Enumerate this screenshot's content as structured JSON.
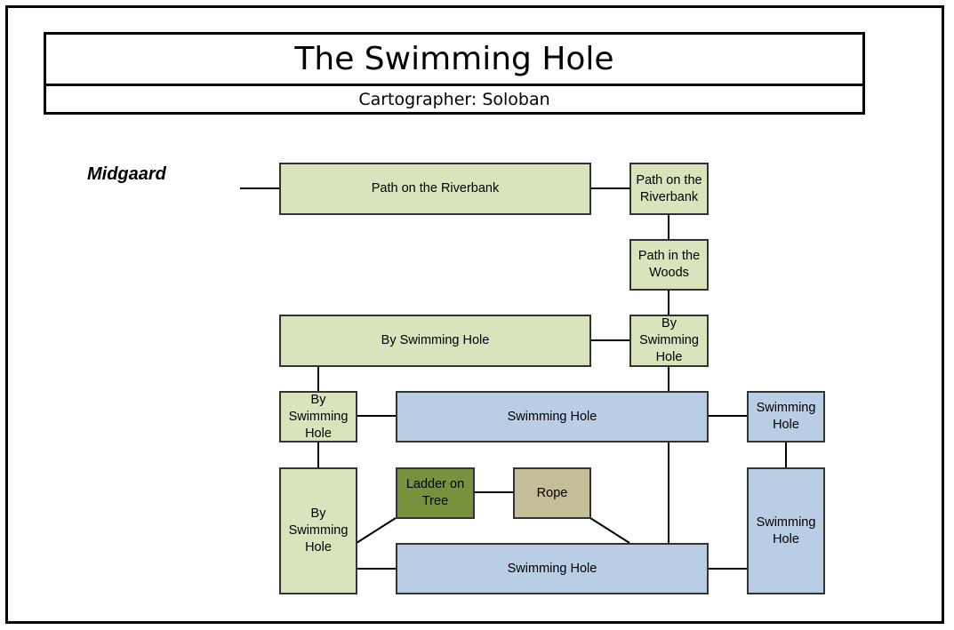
{
  "title": "The Swimming Hole",
  "cartographer": "Cartographer: Soloban",
  "region_label": "Midgaard",
  "colors": {
    "path": "#d8e4bc",
    "water": "#b9cde5",
    "tree": "#76923c",
    "rope": "#c4bd97"
  },
  "rooms": [
    {
      "id": "r1",
      "label": "Path on the Riverbank"
    },
    {
      "id": "r2",
      "label": "Path on the Riverbank"
    },
    {
      "id": "r3",
      "label": "Path in the Woods"
    },
    {
      "id": "r4",
      "label": "By Swimming Hole"
    },
    {
      "id": "r5",
      "label": "By Swimming Hole"
    },
    {
      "id": "r6",
      "label": "By Swimming Hole"
    },
    {
      "id": "r7",
      "label": "Swimming Hole"
    },
    {
      "id": "r8",
      "label": "Swimming Hole"
    },
    {
      "id": "r9",
      "label": "By Swimming Hole"
    },
    {
      "id": "r10",
      "label": "Ladder on Tree"
    },
    {
      "id": "r11",
      "label": "Rope"
    },
    {
      "id": "r12",
      "label": "Swimming Hole"
    },
    {
      "id": "r13",
      "label": "Swimming Hole"
    }
  ]
}
